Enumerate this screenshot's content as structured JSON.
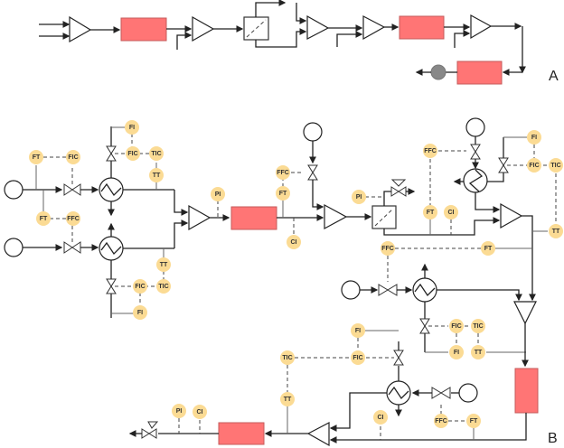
{
  "diagram": {
    "label_a": "A",
    "label_b": "B",
    "colors": {
      "reactor": "#ff7575",
      "instrument": "#fbdb94",
      "pump_gray": "#888888",
      "line": "#222222"
    },
    "instruments": [
      {
        "id": "i1",
        "tag": "FT"
      },
      {
        "id": "i2",
        "tag": "FIC"
      },
      {
        "id": "i3",
        "tag": "FT"
      },
      {
        "id": "i4",
        "tag": "FFC"
      },
      {
        "id": "i5",
        "tag": "FI"
      },
      {
        "id": "i6",
        "tag": "FIC"
      },
      {
        "id": "i7",
        "tag": "TIC"
      },
      {
        "id": "i8",
        "tag": "TT"
      },
      {
        "id": "i9",
        "tag": "TT"
      },
      {
        "id": "i10",
        "tag": "FIC"
      },
      {
        "id": "i11",
        "tag": "TIC"
      },
      {
        "id": "i12",
        "tag": "FI"
      },
      {
        "id": "i13",
        "tag": "PI"
      },
      {
        "id": "i14",
        "tag": "FFC"
      },
      {
        "id": "i15",
        "tag": "FT"
      },
      {
        "id": "i16",
        "tag": "CI"
      },
      {
        "id": "i17",
        "tag": "PI"
      },
      {
        "id": "i18",
        "tag": "FFC"
      },
      {
        "id": "i19",
        "tag": "FT"
      },
      {
        "id": "i20",
        "tag": "CI"
      },
      {
        "id": "i21",
        "tag": "FI"
      },
      {
        "id": "i22",
        "tag": "FIC"
      },
      {
        "id": "i23",
        "tag": "TIC"
      },
      {
        "id": "i24",
        "tag": "TT"
      },
      {
        "id": "i25",
        "tag": "FFC"
      },
      {
        "id": "i26",
        "tag": "FT"
      },
      {
        "id": "i27",
        "tag": "FIC"
      },
      {
        "id": "i28",
        "tag": "TIC"
      },
      {
        "id": "i29",
        "tag": "FI"
      },
      {
        "id": "i30",
        "tag": "TT"
      },
      {
        "id": "i31",
        "tag": "FI"
      },
      {
        "id": "i32",
        "tag": "FIC"
      },
      {
        "id": "i33",
        "tag": "TIC"
      },
      {
        "id": "i34",
        "tag": "TT"
      },
      {
        "id": "i35",
        "tag": "CI"
      },
      {
        "id": "i36",
        "tag": "FFC"
      },
      {
        "id": "i37",
        "tag": "FT"
      },
      {
        "id": "i38",
        "tag": "PI"
      },
      {
        "id": "i39",
        "tag": "CI"
      }
    ]
  }
}
